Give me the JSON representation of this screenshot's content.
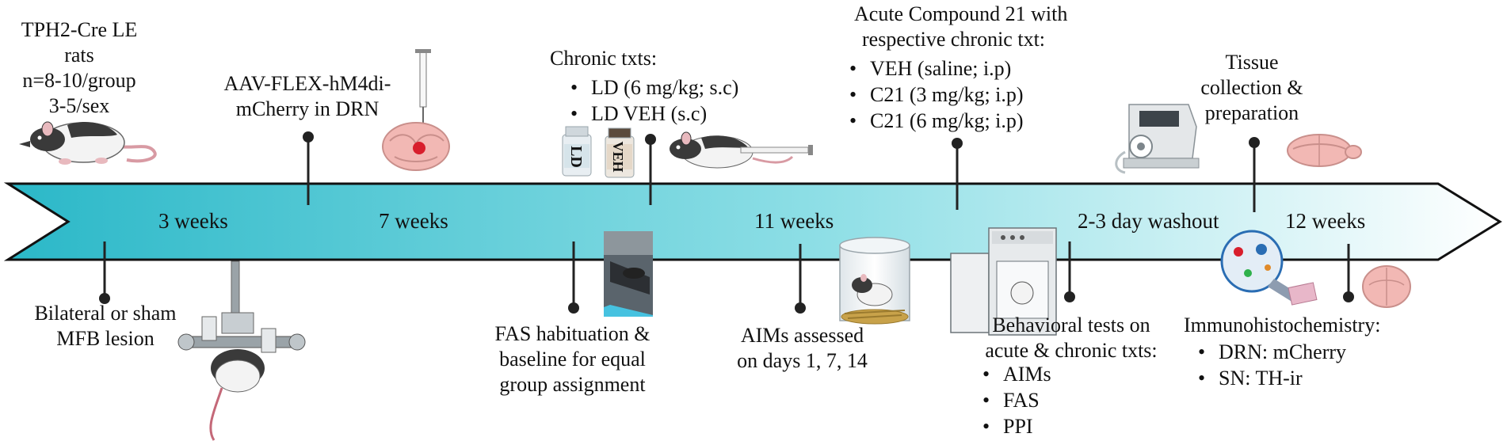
{
  "colors": {
    "arrow_start": "#2bb8c8",
    "arrow_end": "#ffffff",
    "arrow_border": "#111111",
    "marker": "#222222",
    "lesion_red": "#d81e2c",
    "rat_body": "#f3f3f3",
    "rat_hood": "#3a3a3a",
    "tail_pink": "#d89aa3",
    "brain_pink": "#f2b8b4"
  },
  "icons": [
    "rat-icon",
    "syringe-icon",
    "brain-section-icon",
    "ld-vial-icon",
    "veh-vial-icon",
    "injected-rat-icon",
    "stereotaxic-frame-icon",
    "fas-photo-icon",
    "cylinder-rat-icon",
    "perfusion-pump-icon",
    "whole-brain-icon",
    "startle-chamber-icon",
    "cells-slide-icon",
    "coronal-brain-icon"
  ],
  "vial_labels": {
    "ld": "LD",
    "veh": "VEH"
  },
  "phases": {
    "p1": "3 weeks",
    "p2": "7 weeks",
    "p3": "11 weeks",
    "p4": "2-3 day washout",
    "p5": "12 weeks"
  },
  "above": {
    "subjects": {
      "line1": "TPH2-Cre LE",
      "line2": "rats",
      "line3": "n=8-10/group",
      "line4": "3-5/sex"
    },
    "aav": {
      "line1": "AAV-FLEX-hM4di-",
      "line2": "mCherry in DRN"
    },
    "chronic": {
      "title": "Chronic txts:",
      "items": [
        "LD (6 mg/kg; s.c)",
        "LD VEH (s.c)"
      ]
    },
    "acute": {
      "line1": "Acute Compound 21 with",
      "line2": "respective chronic txt:",
      "items": [
        "VEH (saline; i.p)",
        "C21 (3 mg/kg; i.p)",
        "C21 (6 mg/kg; i.p)"
      ]
    },
    "tissue": {
      "line1": "Tissue",
      "line2": "collection &",
      "line3": "preparation"
    }
  },
  "below": {
    "lesion": {
      "line1": "Bilateral or sham",
      "line2": "MFB lesion"
    },
    "fas": {
      "line1": "FAS habituation &",
      "line2": "baseline for equal",
      "line3": "group assignment"
    },
    "aims": {
      "line1": "AIMs assessed",
      "line2": "on days 1, 7, 14"
    },
    "behavior": {
      "line1": "Behavioral tests on",
      "line2": "acute & chronic txts:",
      "items": [
        "AIMs",
        "FAS",
        "PPI"
      ]
    },
    "ihc": {
      "title": "Immunohistochemistry:",
      "items": [
        "DRN: mCherry",
        "SN: TH-ir"
      ]
    }
  }
}
